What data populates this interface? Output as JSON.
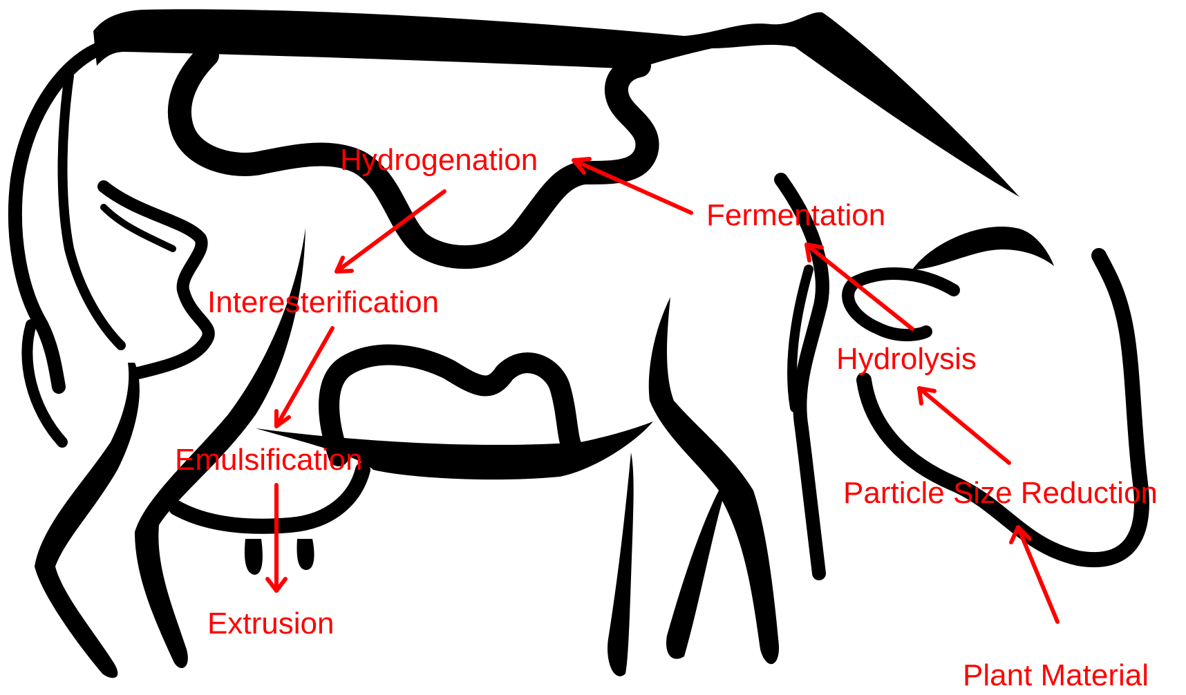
{
  "colors": {
    "accent": "#ff0000",
    "outline": "#000000",
    "background": "#ffffff"
  },
  "illustration": {
    "subject-icon": "cow-icon"
  },
  "steps": [
    {
      "id": "plant-material",
      "label": "Plant Material"
    },
    {
      "id": "particle-size-reduction",
      "label": "Particle Size Reduction"
    },
    {
      "id": "hydrolysis",
      "label": "Hydrolysis"
    },
    {
      "id": "fermentation",
      "label": "Fermentation"
    },
    {
      "id": "hydrogenation",
      "label": "Hydrogenation"
    },
    {
      "id": "interesterification",
      "label": "Interesterification"
    },
    {
      "id": "emulsification",
      "label": "Emulsification"
    },
    {
      "id": "extrusion",
      "label": "Extrusion"
    }
  ],
  "flow": [
    {
      "from": "plant-material",
      "to": "particle-size-reduction"
    },
    {
      "from": "particle-size-reduction",
      "to": "hydrolysis"
    },
    {
      "from": "hydrolysis",
      "to": "fermentation"
    },
    {
      "from": "fermentation",
      "to": "hydrogenation"
    },
    {
      "from": "hydrogenation",
      "to": "interesterification"
    },
    {
      "from": "interesterification",
      "to": "emulsification"
    },
    {
      "from": "emulsification",
      "to": "extrusion"
    }
  ]
}
